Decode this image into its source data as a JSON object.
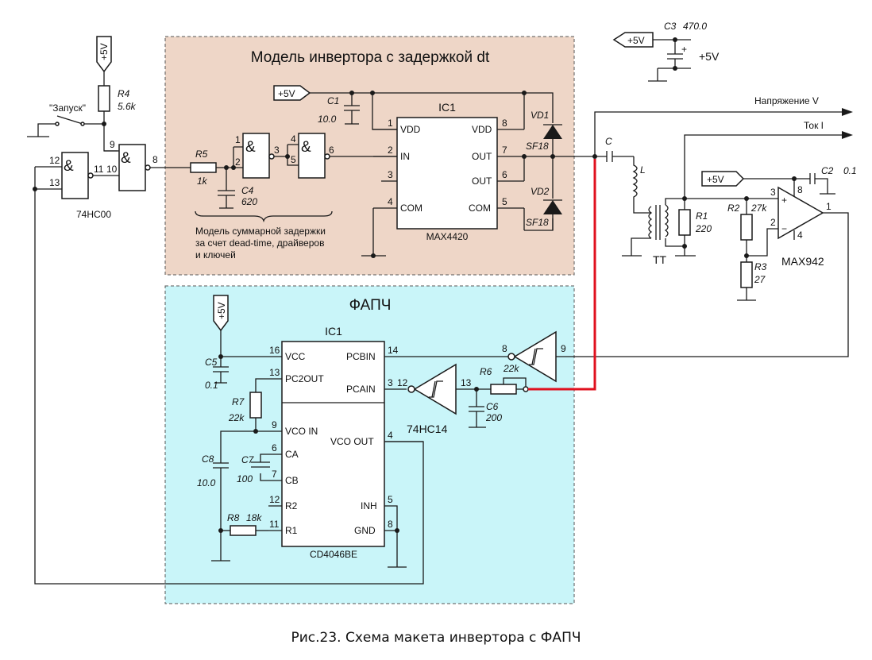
{
  "caption": "Рис.23. Схема макета инвертора с ФАПЧ",
  "colors": {
    "inverter_bg": "#eed6c7",
    "pll_bg": "#c9f5f9",
    "wire": "#1a1a1a",
    "feedback_wire": "#e0101e"
  },
  "inverter_block": {
    "title": "Модель инвертора с задержкой dt"
  },
  "pll_block": {
    "title": "ФАПЧ"
  },
  "power": {
    "label": "+5V"
  },
  "start_switch": {
    "label": "\"Запуск\""
  },
  "gate_chip": {
    "label": "74HC00",
    "pins": [
      "12",
      "13",
      "11",
      "10",
      "9",
      "8"
    ]
  },
  "r4": {
    "ref": "R4",
    "value": "5.6k"
  },
  "r5": {
    "ref": "R5",
    "value": "1k"
  },
  "c4": {
    "ref": "C4",
    "value": "620"
  },
  "c1": {
    "ref": "C1",
    "value": "10.0"
  },
  "delay_gates_pins": [
    "1",
    "2",
    "3",
    "4",
    "5",
    "6"
  ],
  "delay_note": [
    "Модель суммарной задержки",
    "за счет dead-time, драйверов",
    "и ключей"
  ],
  "driver": {
    "ref": "IC1",
    "name": "MAX4420",
    "pins_left": [
      {
        "num": "1",
        "name": "VDD"
      },
      {
        "num": "2",
        "name": "IN"
      },
      {
        "num": "3",
        "name": ""
      },
      {
        "num": "4",
        "name": "COM"
      }
    ],
    "pins_right": [
      {
        "num": "8",
        "name": "VDD"
      },
      {
        "num": "7",
        "name": "OUT"
      },
      {
        "num": "6",
        "name": "OUT"
      },
      {
        "num": "5",
        "name": "COM"
      }
    ]
  },
  "vd1": {
    "ref": "VD1",
    "value": "SF18"
  },
  "vd2": {
    "ref": "VD2",
    "value": "SF18"
  },
  "c3": {
    "ref": "C3",
    "value": "470.0",
    "rail": "+5V"
  },
  "outputs": {
    "voltage": "Напряжение V",
    "current": "Ток I"
  },
  "lc": {
    "c": "C",
    "l": "L"
  },
  "r1": {
    "ref": "R1",
    "value": "220"
  },
  "tt": {
    "label": "TT"
  },
  "r2": {
    "ref": "R2",
    "value": "27k"
  },
  "r3": {
    "ref": "R3",
    "value": "27"
  },
  "c2": {
    "ref": "C2",
    "value": "0.1"
  },
  "comparator": {
    "name": "MAX942",
    "pins": [
      "3",
      "8",
      "2",
      "4",
      "1"
    ]
  },
  "pll_chip": {
    "ref": "IC1",
    "name": "CD4046BE",
    "pins_left": [
      {
        "num": "16",
        "name": "VCC"
      },
      {
        "num": "13",
        "name": "PC2OUT"
      },
      {
        "num": "9",
        "name": "VCO IN"
      },
      {
        "num": "6",
        "name": "CA"
      },
      {
        "num": "7",
        "name": "CB"
      },
      {
        "num": "12",
        "name": "R2"
      },
      {
        "num": "11",
        "name": "R1"
      }
    ],
    "pins_right": [
      {
        "num": "14",
        "name": "PCBIN"
      },
      {
        "num": "3",
        "name": "PCAIN"
      },
      {
        "num": "4",
        "name": "VCO OUT"
      },
      {
        "num": "5",
        "name": "INH"
      },
      {
        "num": "8",
        "name": "GND"
      }
    ]
  },
  "c5": {
    "ref": "C5",
    "value": "0.1"
  },
  "r7": {
    "ref": "R7",
    "value": "22k"
  },
  "c8": {
    "ref": "C8",
    "value": "10.0"
  },
  "c7": {
    "ref": "C7",
    "value": "100"
  },
  "r8": {
    "ref": "R8",
    "value": "18k"
  },
  "schmitt": {
    "label": "74HC14",
    "pins": [
      "8",
      "9",
      "12",
      "13"
    ]
  },
  "r6": {
    "ref": "R6",
    "value": "22k"
  },
  "c6": {
    "ref": "C6",
    "value": "200"
  }
}
